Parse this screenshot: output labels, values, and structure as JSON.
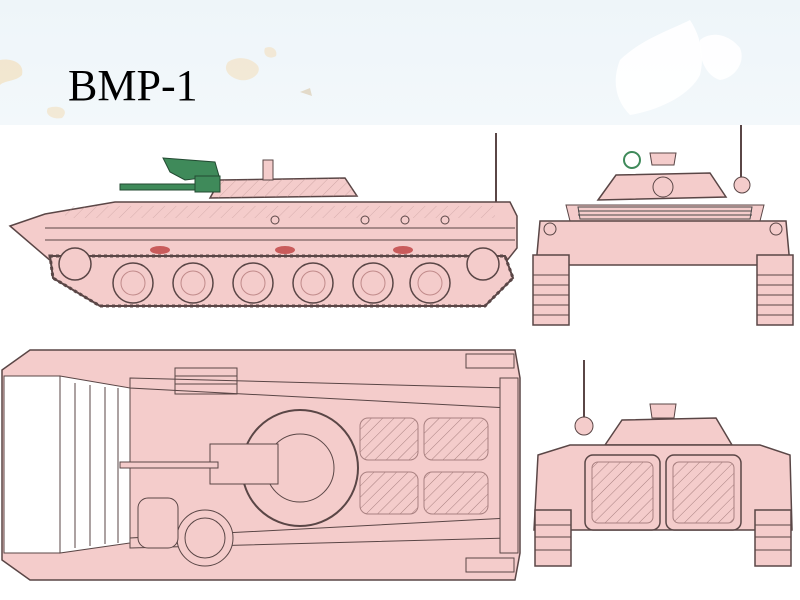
{
  "slide": {
    "title": "BMP-1",
    "colors": {
      "background": "#ffffff",
      "map_band": "#eef5f9",
      "map_land": "#f2e2c6",
      "hull_fill": "#f4cccb",
      "hull_stroke": "#5a4646",
      "weapon_green": "#3f8a5a",
      "hatch_stroke": "#a88080",
      "deck_grid": "#4a4a4a"
    },
    "views": [
      {
        "name": "side-view",
        "icon": "bmp1-side-profile"
      },
      {
        "name": "front-view",
        "icon": "bmp1-front-profile"
      },
      {
        "name": "top-view",
        "icon": "bmp1-top-plan"
      },
      {
        "name": "rear-view",
        "icon": "bmp1-rear-profile"
      }
    ]
  }
}
